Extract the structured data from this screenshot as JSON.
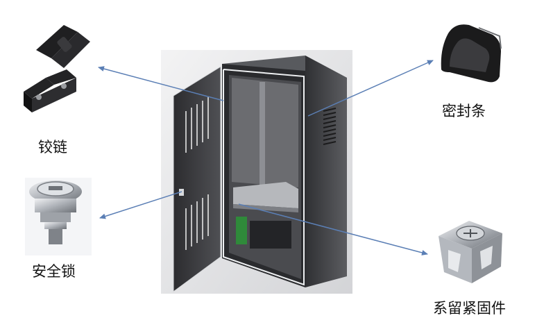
{
  "parts": {
    "hinge": {
      "label": "铰链",
      "icon": "hinge-icon"
    },
    "seal": {
      "label": "密封条",
      "icon": "seal-strip-icon"
    },
    "lock": {
      "label": "安全锁",
      "icon": "cam-lock-icon"
    },
    "fastener": {
      "label": "系留紧固件",
      "icon": "captive-fastener-icon"
    }
  },
  "colors": {
    "arrow": "#5b7fb5",
    "cabinet_body": "#3c3d40",
    "cabinet_backdrop": "#dcdde0",
    "part_black": "#1b1b1c",
    "part_metal": "#c4c7cc"
  }
}
